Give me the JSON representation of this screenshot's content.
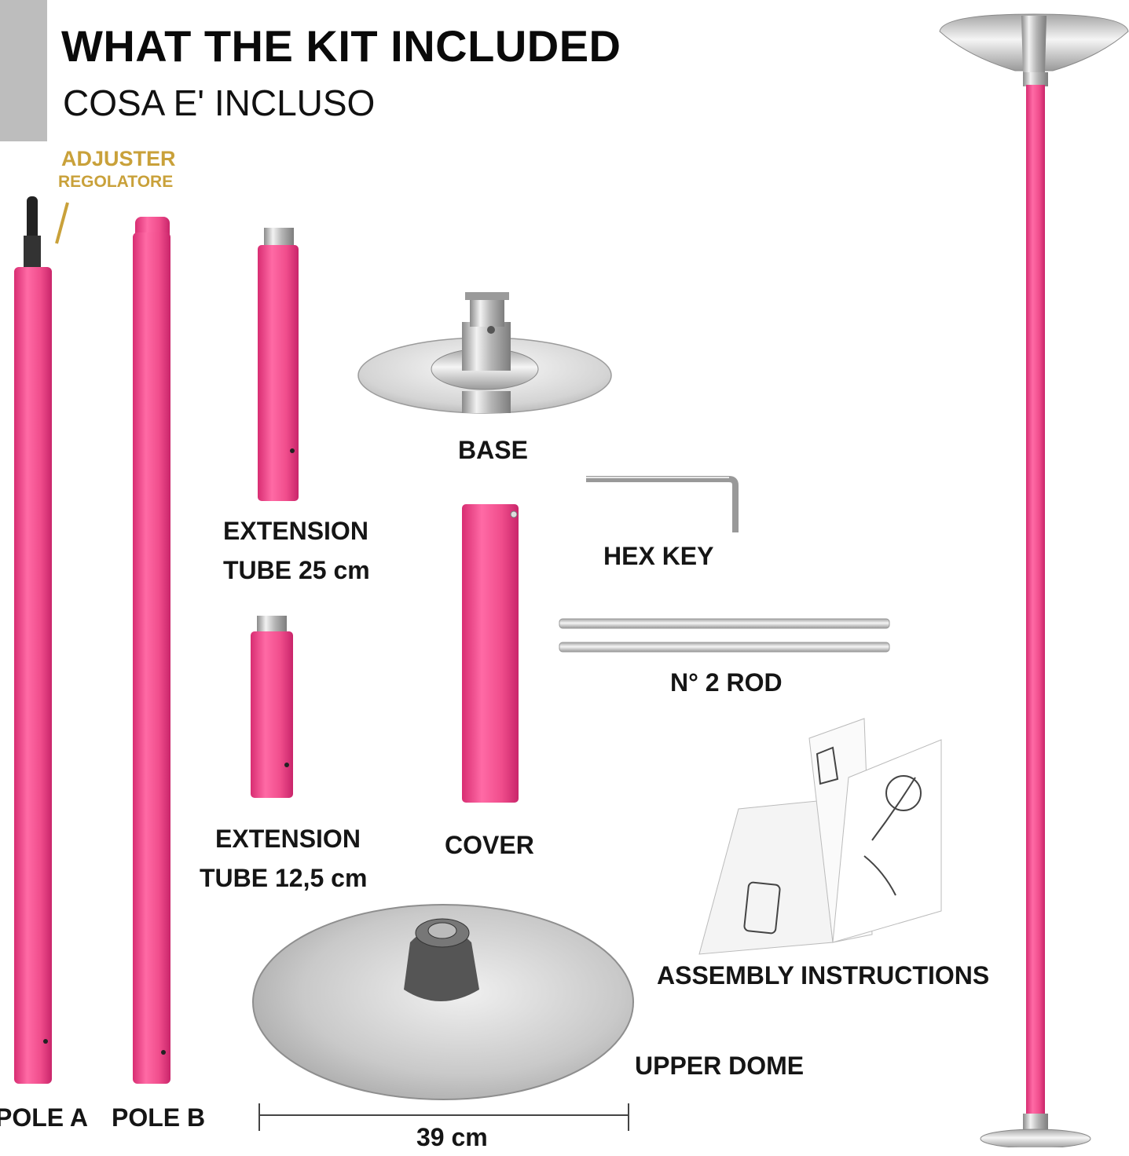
{
  "header": {
    "title": "WHAT THE KIT INCLUDED",
    "subtitle": "COSA E' INCLUSO"
  },
  "adjuster": {
    "label": "ADJUSTER",
    "label_it": "REGOLATORE"
  },
  "parts": {
    "pole_a": "POLE A",
    "pole_b": "POLE B",
    "ext_25_line1": "EXTENSION",
    "ext_25_line2": "TUBE 25 cm",
    "ext_12_line1": "EXTENSION",
    "ext_12_line2": "TUBE 12,5 cm",
    "base": "BASE",
    "cover": "COVER",
    "hex_key": "HEX KEY",
    "rod": "N° 2 ROD",
    "instructions": "ASSEMBLY INSTRUCTIONS",
    "upper_dome": "UPPER DOME",
    "dome_width": "39 cm"
  },
  "colors": {
    "pink": "#f0508f",
    "gold": "#c9a13a",
    "chrome": "#c8c8c8",
    "accent_bar": "#bdbdbd"
  }
}
